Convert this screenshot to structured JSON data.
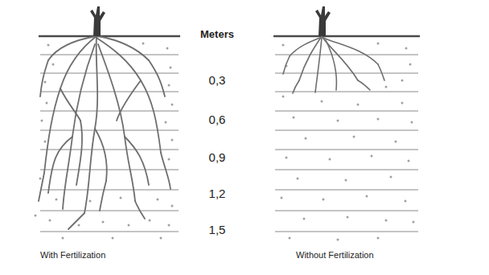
{
  "diagram": {
    "labels": [
      "Meters",
      "0,3",
      "0,6",
      "0,9",
      "1,2",
      "1,5",
      "With Fertilization",
      "Without Fertilization"
    ]
  }
}
